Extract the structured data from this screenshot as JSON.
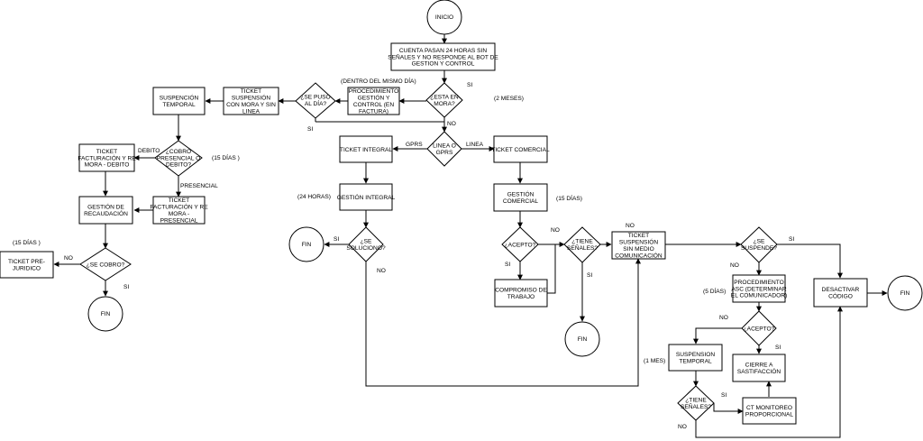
{
  "nodes": {
    "inicio": "INICIO",
    "cuenta": [
      "CUENTA PASAN 24 HORAS SIN",
      "SEÑALES Y NO RESPONDE AL BOT DE",
      "GESTION Y CONTROL"
    ],
    "esta_en_mora": [
      "¿ESTA EN",
      "MORA?"
    ],
    "procedimiento_gestion": [
      "PROCEDIMIENTO",
      "GESTIÓN Y",
      "CONTROL (EN",
      "FACTURA)"
    ],
    "se_puso_al_dia": [
      "¿SE PUSO",
      "AL DÍA?"
    ],
    "ticket_suspension_mora": [
      "TICKET",
      "SUSPENSIÓN",
      "CON MORA Y SIN",
      "LINEA"
    ],
    "suspension_temporal_top": [
      "SUSPENCIÓN",
      "TEMPORAL"
    ],
    "cobro_presencial_debito": [
      "¿COBRO",
      "PRESENCIAL O",
      "DEBITO?"
    ],
    "ticket_fact_debito": [
      "TICKET",
      "FACTURACIÓN Y RE",
      "MORA - DEBITO"
    ],
    "ticket_fact_presencial": [
      "TICKET",
      "FACTURACIÓN Y RE",
      "MORA -",
      "PRESENCIAL"
    ],
    "gestion_recaudacion": [
      "GESTIÓN DE",
      "RECAUDACIÓN"
    ],
    "se_cobro": "¿SE COBRO?",
    "ticket_prejuridico": [
      "TICKET PRE-",
      "JURIDICO"
    ],
    "fin_left": "FIN",
    "linea_o_gprs": [
      "LINEA O",
      "GPRS"
    ],
    "ticket_integral": "TICKET INTEGRAL",
    "gestion_integral": "GESTIÓN INTEGRAL",
    "se_soluciono": [
      "¿SE",
      "SOLUCIONO?"
    ],
    "fin_integral": "FIN",
    "ticket_comercial": "TICKET COMERCIAL",
    "gestion_comercial": [
      "GESTIÓN",
      "COMERCIAL"
    ],
    "acepto_1": "¿ACEPTO?",
    "compromiso_trabajo": [
      "COMPROMISO DE",
      "TRABAJO"
    ],
    "tiene_senales_1": [
      "¿TIENE",
      "SEÑALES?"
    ],
    "fin_mid": "FIN",
    "ticket_suspension_sin_medio": [
      "TICKET",
      "SUSPENSIÓN",
      "SIN MEDIO",
      "COMUNICACIÓN"
    ],
    "se_suspende": [
      "¿SE",
      "SUSPENDE?"
    ],
    "procedimiento_asc": [
      "PROCEDIMIENTO",
      "ASC (DETERMINAR",
      "EL COMUNICADOR)"
    ],
    "acepto_2": "¿ACEPTO?",
    "suspension_temporal_bottom": [
      "SUSPENSION",
      "TEMPORAL"
    ],
    "cierre_satisfaccion": [
      "CIERRE  A",
      "SASTIFACCIÓN"
    ],
    "tiene_senales_2": [
      "¿TIENE",
      "SEÑALES?"
    ],
    "ct_monitoreo": [
      "CT MONITOREO",
      "PROPORCIONAL"
    ],
    "desactivar_codigo": [
      "DESACTIVAR",
      "CÓDIGO"
    ],
    "fin_right": "FIN"
  },
  "edge_labels": {
    "si_mora": "SI",
    "dos_meses": "(2 MESES)",
    "dentro_mismo_dia": "(DENTRO DEL MISMO DÍA)",
    "no_mora": "NO",
    "si_al_dia": "SI",
    "gprs": "GPRS",
    "linea": "LINEA",
    "debito": "DEBITO",
    "quince_dias_left": "(15  DÍAS )",
    "presencial": "PRESENCIAL",
    "quince_dias_prejuridico": "(15  DÍAS )",
    "no_cobro": "NO",
    "si_cobro": "SI",
    "veinticuatro_horas": "(24 HORAS)",
    "si_soluciono": "SI",
    "no_soluciono": "NO",
    "quince_dias_comercial": "(15 DÍAS)",
    "no_acepto_1": "NO",
    "si_acepto_1": "SI",
    "si_senales_1": "SI",
    "no_senales_1": "NO",
    "si_suspende": "SI",
    "no_suspende": "NO",
    "cinco_dias": "(5 DÍAS)",
    "no_acepto_2": "NO",
    "si_acepto_2": "SI",
    "un_mes": "(1 MES)",
    "si_senales_2": "SI",
    "no_senales_2": "NO"
  }
}
